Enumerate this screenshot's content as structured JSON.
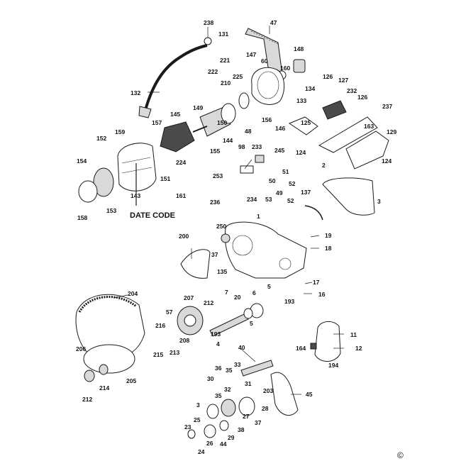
{
  "caption": "DATE CODE",
  "copyright_symbol": "©",
  "part_labels": [
    "238",
    "131",
    "47",
    "148",
    "147",
    "221",
    "222",
    "225",
    "60",
    "160",
    "210",
    "132",
    "126",
    "127",
    "134",
    "232",
    "126",
    "133",
    "237",
    "163",
    "129",
    "125",
    "145",
    "149",
    "157",
    "152",
    "159",
    "150",
    "48",
    "156",
    "146",
    "144",
    "155",
    "98",
    "233",
    "245",
    "124",
    "124",
    "154",
    "2",
    "224",
    "51",
    "253",
    "50",
    "52",
    "151",
    "161",
    "49",
    "236",
    "234",
    "53",
    "52",
    "3",
    "137",
    "158",
    "153",
    "143",
    "1",
    "250",
    "19",
    "200",
    "37",
    "18",
    "135",
    "17",
    "7",
    "20",
    "5",
    "16",
    "6",
    "193",
    "204",
    "207",
    "212",
    "57",
    "216",
    "5",
    "208",
    "193",
    "213",
    "215",
    "4",
    "206",
    "11",
    "164",
    "12",
    "40",
    "194",
    "36",
    "33",
    "35",
    "30",
    "205",
    "214",
    "31",
    "203",
    "32",
    "45",
    "212",
    "35",
    "28",
    "3",
    "25",
    "27",
    "38",
    "37",
    "23",
    "26",
    "29",
    "44",
    "24"
  ]
}
